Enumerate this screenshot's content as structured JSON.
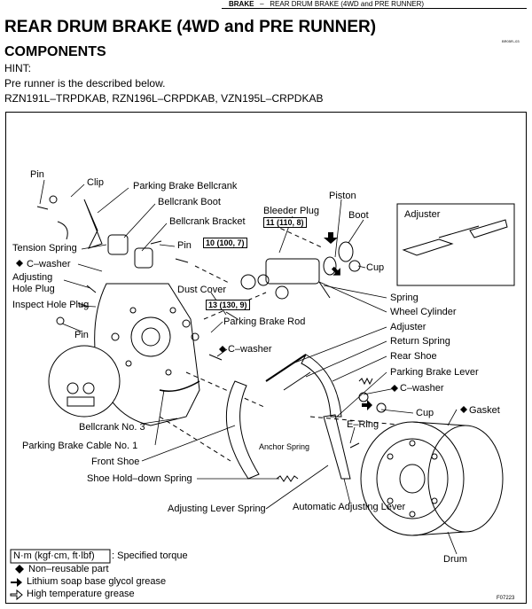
{
  "header": {
    "section": "BRAKE",
    "separator": "–",
    "topic": "REAR DRUM BRAKE (4WD and PRE RUNNER)"
  },
  "title": "REAR DRUM BRAKE (4WD and PRE RUNNER)",
  "subtitle": "COMPONENTS",
  "hint_label": "HINT:",
  "hint_text": "Pre runner is the described below.",
  "models": "RZN191L–TRPDKAB, RZN196L–CRPDKAB, VZN195L–CRPDKAB",
  "doc_code": "BR05R–03",
  "labels": {
    "pin_top": "Pin",
    "clip": "Clip",
    "parking_brake_bellcrank": "Parking Brake Bellcrank",
    "bellcrank_boot": "Bellcrank Boot",
    "bellcrank_bracket": "Bellcrank Bracket",
    "tension_spring": "Tension Spring",
    "pin_mid": "Pin",
    "c_washer_1": "C–washer",
    "adjusting_hole_plug": "Adjusting\nHole Plug",
    "inspect_hole_plug": "Inspect Hole Plug",
    "pin_low": "Pin",
    "bleeder_plug": "Bleeder Plug",
    "torque_bleeder": "11 (110, 8)",
    "torque_10": "10 (100, 7)",
    "torque_13": "13 (130, 9)",
    "piston": "Piston",
    "boot": "Boot",
    "adjuster_box": "Adjuster",
    "cup_top": "Cup",
    "dust_cover": "Dust Cover",
    "parking_brake_rod": "Parking Brake Rod",
    "c_washer_2": "C–washer",
    "spring": "Spring",
    "wheel_cylinder": "Wheel Cylinder",
    "adjuster": "Adjuster",
    "return_spring": "Return Spring",
    "rear_shoe": "Rear Shoe",
    "parking_brake_lever": "Parking Brake Lever",
    "c_washer_3": "C–washer",
    "cup_low": "Cup",
    "gasket": "Gasket",
    "bellcrank_no3": "Bellcrank No. 3",
    "e_ring": "E–Ring",
    "parking_brake_cable": "Parking Brake Cable No. 1",
    "anchor_spring": "Anchor Spring",
    "front_shoe": "Front Shoe",
    "shoe_hold_down_spring": "Shoe Hold–down Spring",
    "adjusting_lever_spring": "Adjusting Lever Spring",
    "automatic_adjusting_lever": "Automatic Adjusting Lever",
    "drum": "Drum"
  },
  "legend": {
    "torque_unit": "N·m (kgf·cm, ft·lbf)",
    "torque_text": ": Specified torque",
    "non_reusable": "Non–reusable part",
    "lithium_grease": "Lithium soap base glycol grease",
    "high_temp_grease": "High temperature grease"
  },
  "figure_code": "F07223"
}
